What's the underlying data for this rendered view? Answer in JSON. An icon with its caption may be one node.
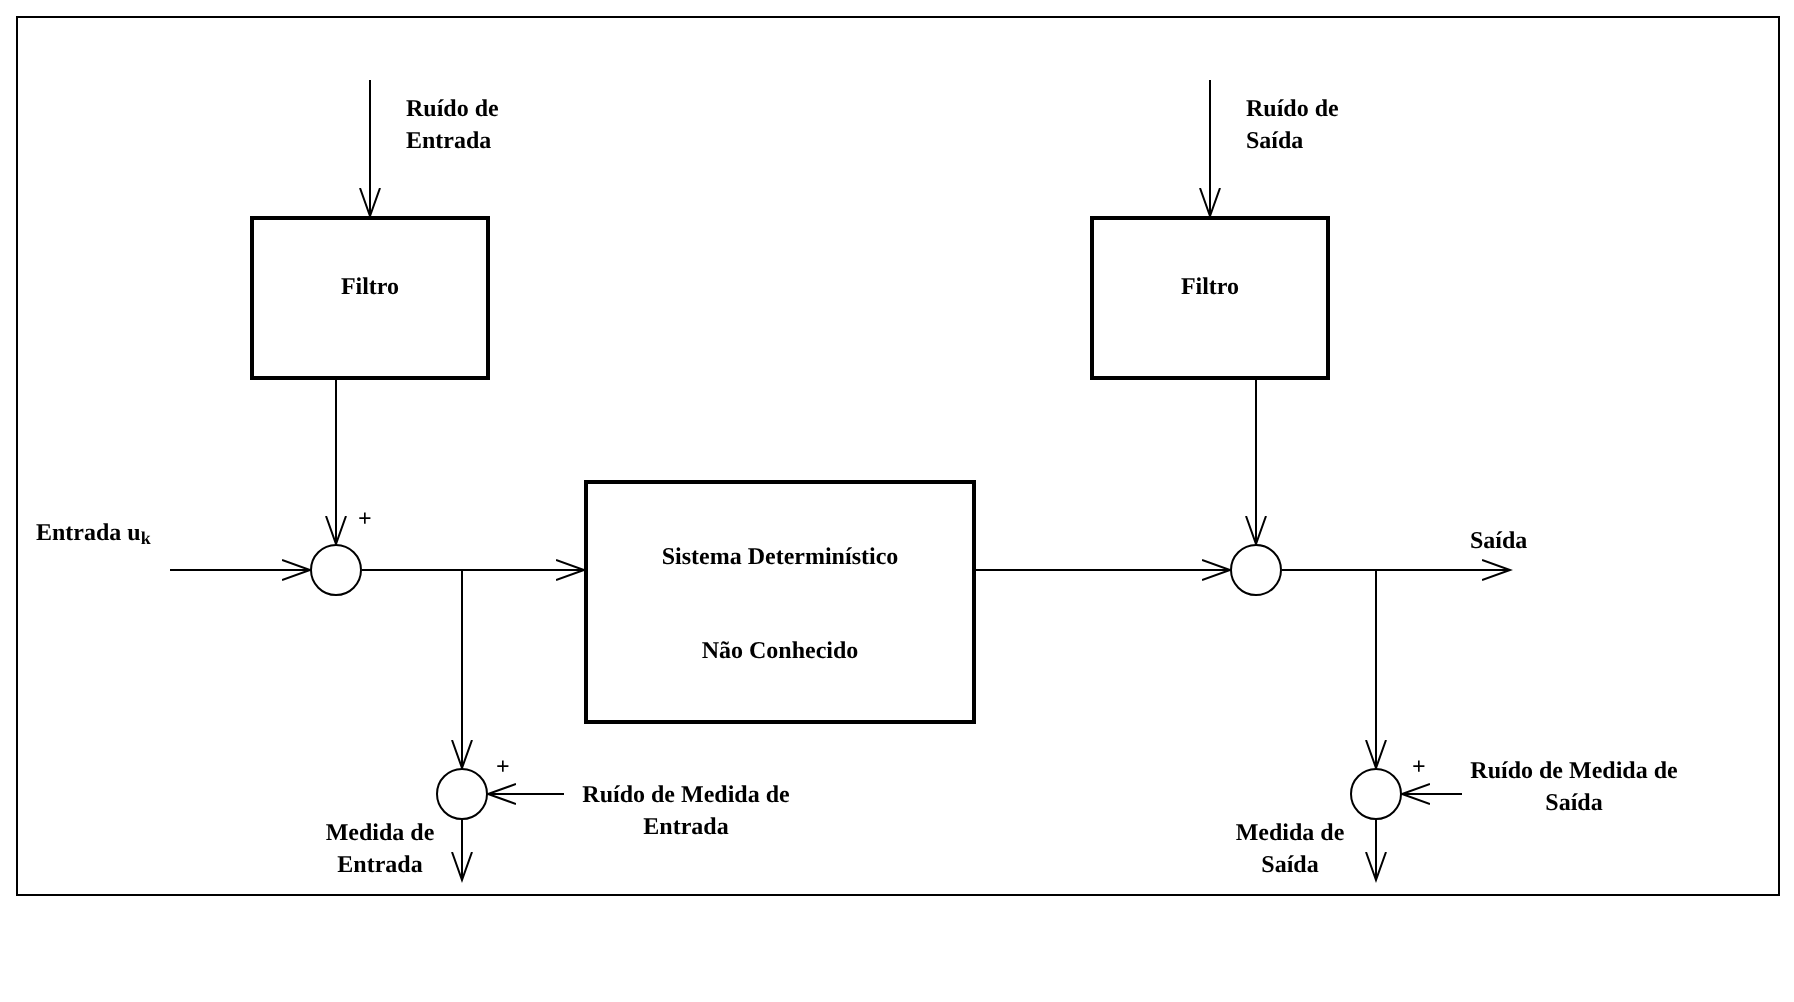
{
  "diagram": {
    "nodes": [
      {
        "text": [
          "Filtro"
        ]
      },
      {
        "text": [
          "Filtro"
        ]
      },
      {
        "text": [],
        "shape": "circle"
      },
      {
        "text": [
          "Sistema Determinístico",
          "Não Conhecido"
        ]
      },
      {
        "text": [],
        "shape": "circle"
      },
      {
        "text": [],
        "shape": "circle"
      },
      {
        "text": [],
        "shape": "circle"
      }
    ],
    "edges": [
      {
        "from": null,
        "to": 0,
        "arrow": "to",
        "label": "Ruído de Entrada"
      },
      {
        "from": 0,
        "to": 2,
        "arrow": "to"
      },
      {
        "from": null,
        "to": 2,
        "arrow": "to",
        "label": "Entrada u$_{k}$"
      },
      {
        "from": 2,
        "to": 3,
        "arrow": "to"
      },
      {
        "from": 2,
        "to": 5,
        "arrow": "to"
      },
      {
        "from": 3,
        "to": 4,
        "arrow": "to"
      },
      {
        "from": null,
        "to": 1,
        "arrow": "to",
        "label": "Ruído de Saída"
      },
      {
        "from": 1,
        "to": 4,
        "arrow": "to"
      },
      {
        "from": 4,
        "to": null,
        "arrow": "to",
        "label": "Saída"
      },
      {
        "from": 4,
        "to": 6,
        "arrow": "to"
      },
      {
        "from": null,
        "to": 5,
        "arrow": "to",
        "label": "Ruído de Medida de Entrada"
      },
      {
        "from": 5,
        "to": null,
        "arrow": "to",
        "label": "Medida de Entrada"
      },
      {
        "from": null,
        "to": 6,
        "arrow": "to",
        "label": "Ruído de Medida de Saída"
      },
      {
        "from": 6,
        "to": null,
        "arrow": "to",
        "label": "Medida de Saída"
      }
    ],
    "labels": [
      "+",
      "+",
      "+"
    ]
  }
}
